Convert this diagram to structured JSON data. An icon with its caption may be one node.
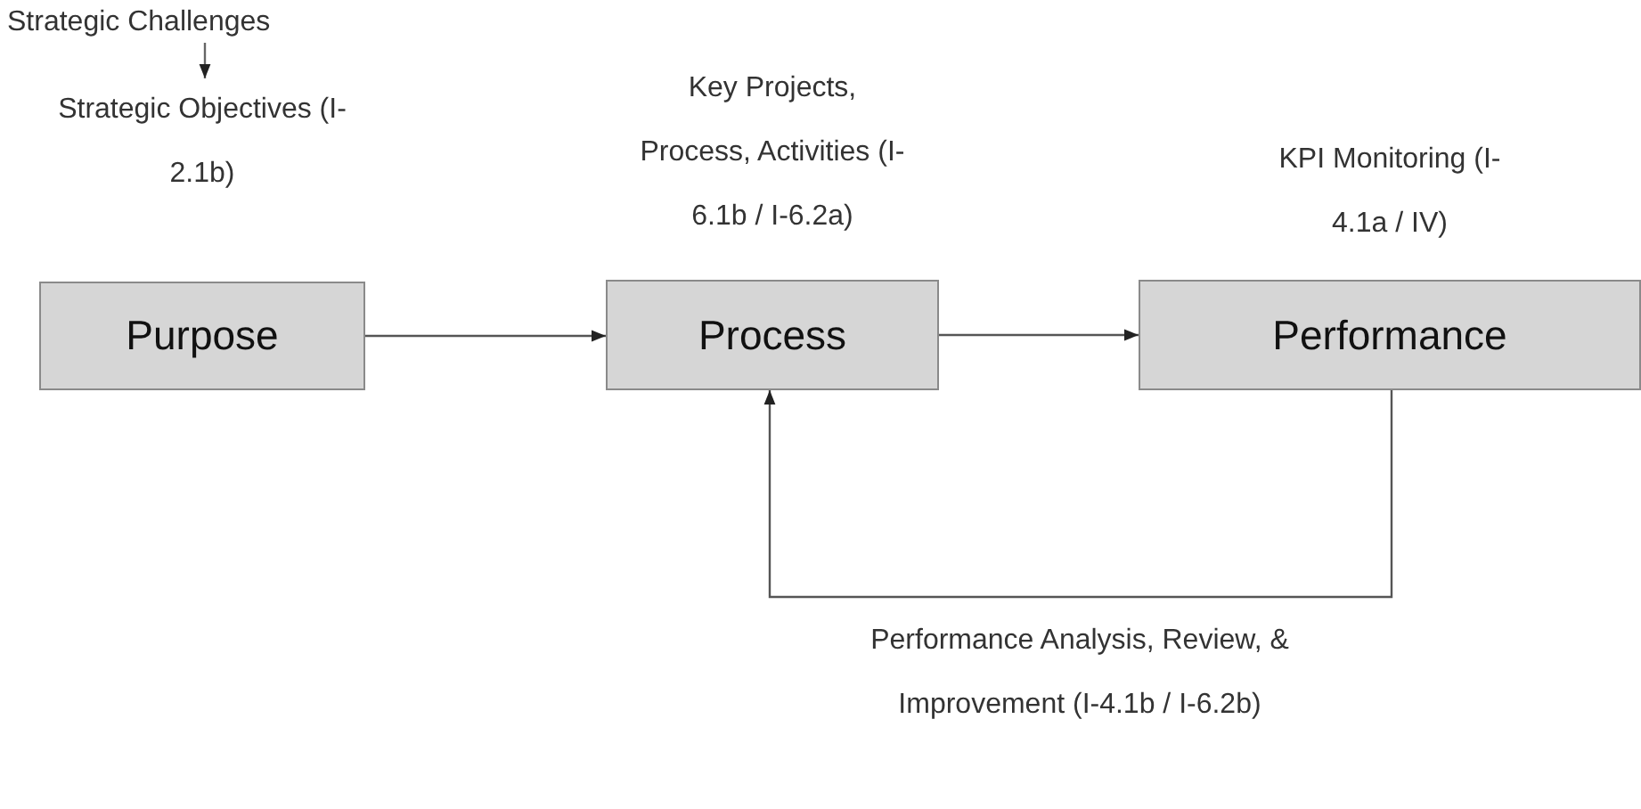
{
  "diagram": {
    "nodes": [
      {
        "text": [
          "Strategic Challenges"
        ]
      },
      {
        "text": [
          "Strategic Objectives (I-2.1b)",
          "Purpose"
        ]
      },
      {
        "text": [
          "Key Projects, Process, Activities (I-6.1b / I-6.2a)",
          "Process"
        ]
      },
      {
        "text": [
          "KPI Monitoring (I-4.1a / IV)",
          "Performance"
        ]
      }
    ],
    "edges": [
      {
        "from": 0,
        "to": 1,
        "arrow": "to"
      },
      {
        "from": 1,
        "to": 2,
        "arrow": "to"
      },
      {
        "from": 2,
        "to": 3,
        "arrow": "to"
      },
      {
        "from": 3,
        "to": 2,
        "arrow": "to",
        "label": "Performance Analysis, Review, & Improvement (I-4.1b / I-6.2b)"
      }
    ]
  }
}
